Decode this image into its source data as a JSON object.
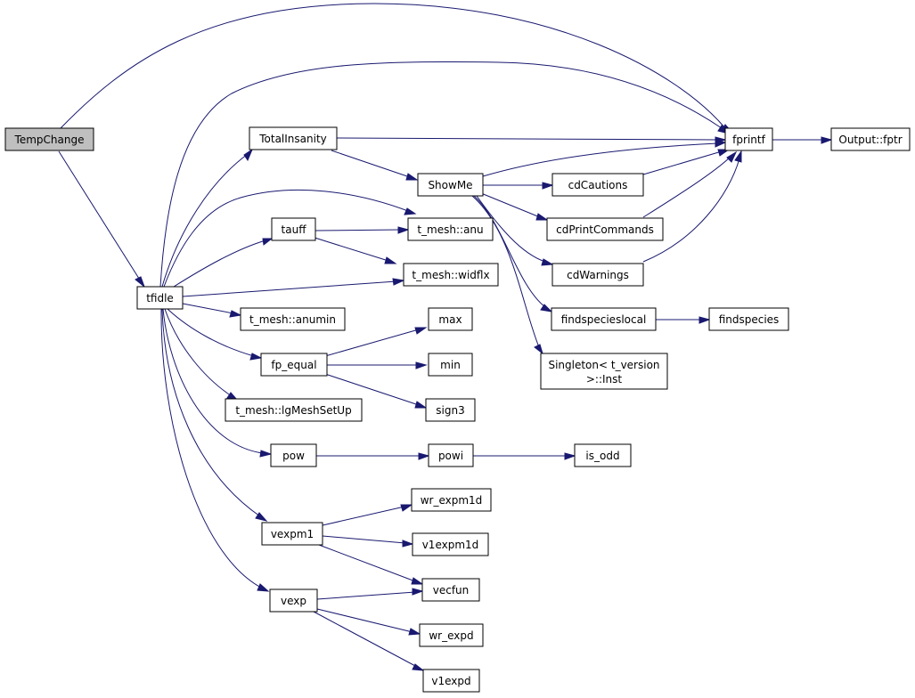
{
  "graph": {
    "edge_color": "#191970",
    "root_fill": "#bfbfbf",
    "nodes": {
      "TempChange": "TempChange",
      "tfidle": "tfidle",
      "fprintf": "fprintf",
      "Output_fptr": "Output::fptr",
      "TotalInsanity": "TotalInsanity",
      "ShowMe": "ShowMe",
      "cdCautions": "cdCautions",
      "cdPrintCommands": "cdPrintCommands",
      "cdWarnings": "cdWarnings",
      "findspecieslocal": "findspecieslocal",
      "findspecies": "findspecies",
      "Singleton_line1": "Singleton< t_version",
      "Singleton_line2": ">::Inst",
      "tauff": "tauff",
      "t_mesh_anu": "t_mesh::anu",
      "t_mesh_widflx": "t_mesh::widflx",
      "t_mesh_anumin": "t_mesh::anumin",
      "fp_equal": "fp_equal",
      "max": "max",
      "min": "min",
      "sign3": "sign3",
      "t_mesh_lgMeshSetUp": "t_mesh::lgMeshSetUp",
      "pow": "pow",
      "powi": "powi",
      "is_odd": "is_odd",
      "vexpm1": "vexpm1",
      "wr_expm1d": "wr_expm1d",
      "v1expm1d": "v1expm1d",
      "vecfun": "vecfun",
      "vexp": "vexp",
      "wr_expd": "wr_expd",
      "v1expd": "v1expd"
    }
  }
}
